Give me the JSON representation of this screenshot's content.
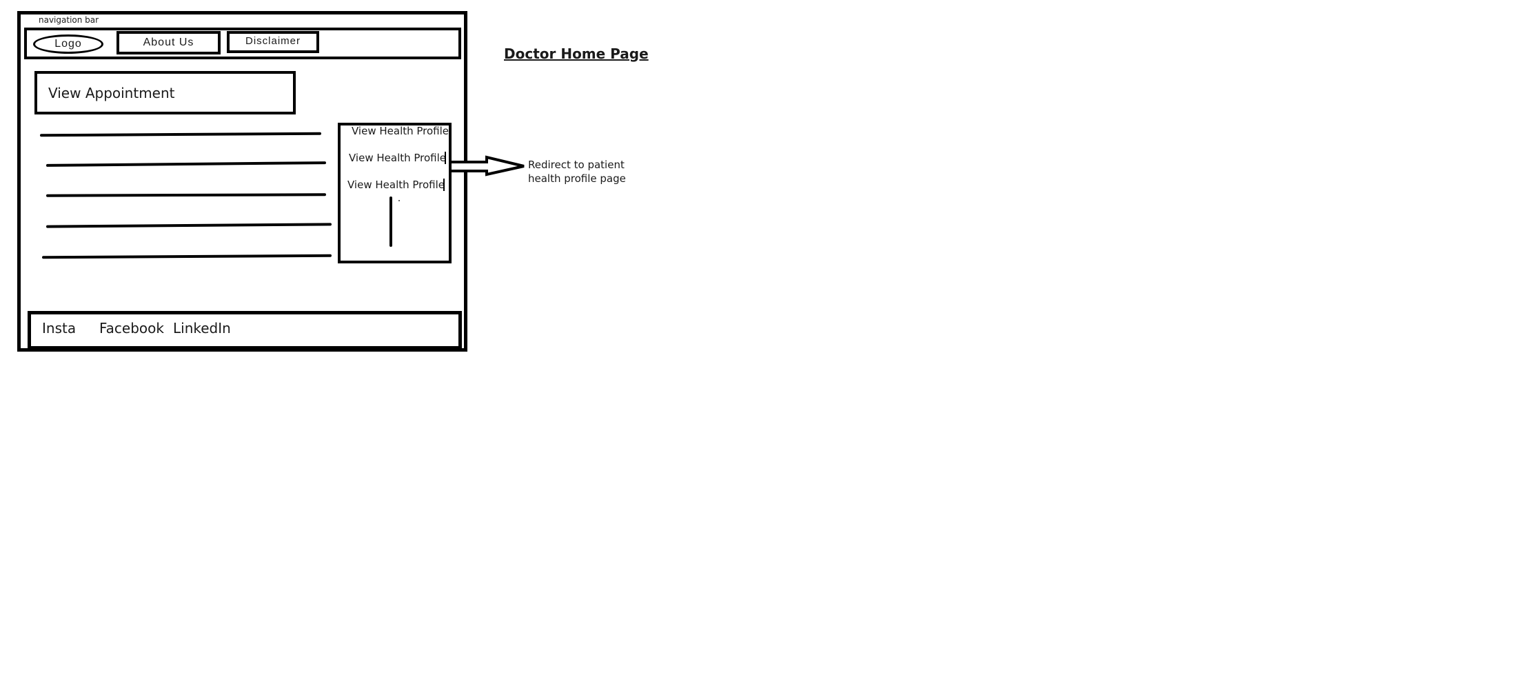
{
  "page_title": "Doctor Home Page",
  "nav": {
    "caption": "navigation bar",
    "logo": "Logo",
    "about_us": "About Us",
    "disclaimer": "Disclaimer"
  },
  "main": {
    "view_appointment": "View Appointment",
    "health_profile_links": [
      "View Health Profile",
      "View Health Profile",
      "View Health Profile"
    ]
  },
  "annotation": {
    "line1": "Redirect to patient",
    "line2": "health profile page"
  },
  "footer": {
    "links": [
      "Insta",
      "Facebook",
      "LinkedIn"
    ]
  },
  "colors": {
    "ink": "#000000",
    "background": "#ffffff"
  }
}
